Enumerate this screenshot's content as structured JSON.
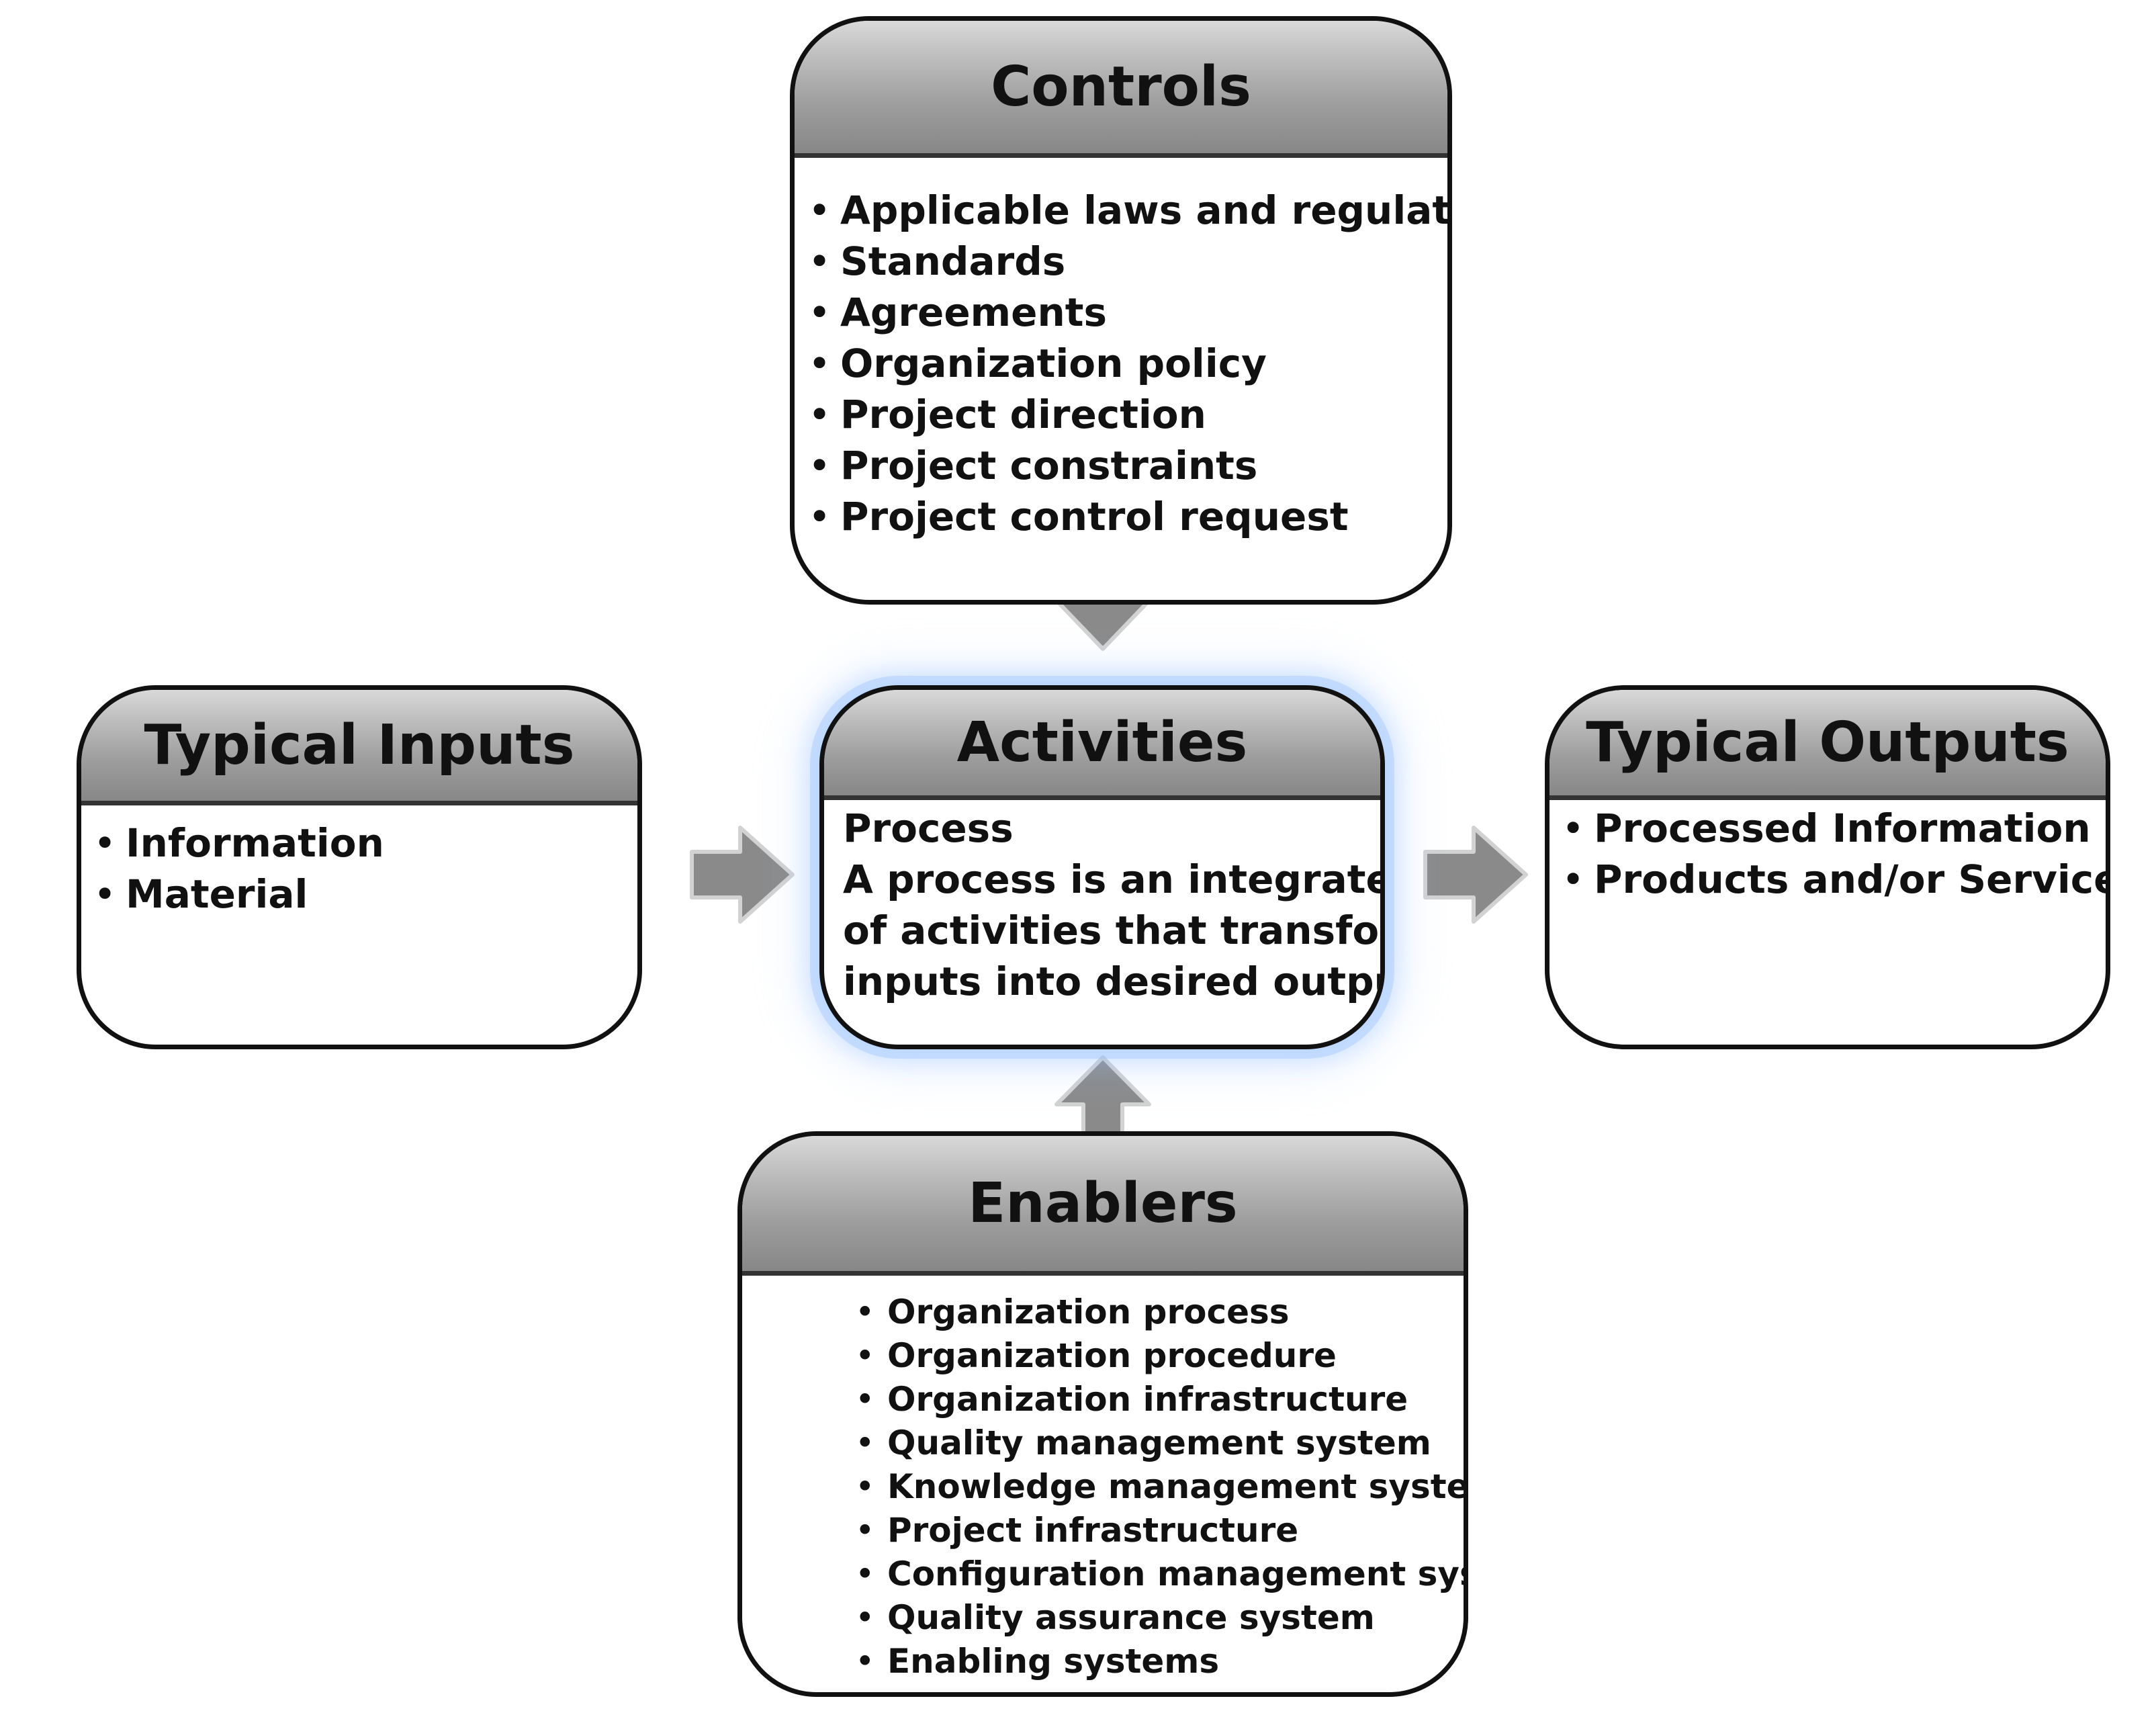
{
  "diagram": {
    "controls": {
      "title": "Controls",
      "items": [
        "Applicable laws and regulations",
        "Standards",
        "Agreements",
        "Organization policy",
        "Project direction",
        "Project constraints",
        "Project control request"
      ]
    },
    "typical_inputs": {
      "title": "Typical Inputs",
      "items": [
        "Information",
        "Material"
      ]
    },
    "activities": {
      "title": "Activities",
      "lines": [
        "Process",
        "A process is an integrated set",
        "of activities that transforms",
        "inputs into desired outputs"
      ]
    },
    "typical_outputs": {
      "title": "Typical Outputs",
      "items": [
        "Processed Information",
        "Products and/or Services"
      ]
    },
    "enablers": {
      "title": "Enablers",
      "items": [
        "Organization process",
        "Organization procedure",
        "Organization infrastructure",
        "Quality management system",
        "Knowledge management system",
        "Project infrastructure",
        "Configuration management system",
        "Quality assurance system",
        "Enabling systems"
      ]
    }
  },
  "colors": {
    "card_border": "#111111",
    "header_gradient_top": "#d9d9d9",
    "header_gradient_bottom": "#878787",
    "arrow_fill": "#8a8a8a",
    "arrow_stroke": "#d2d2d2",
    "activities_glow": "#9fc2ff"
  }
}
